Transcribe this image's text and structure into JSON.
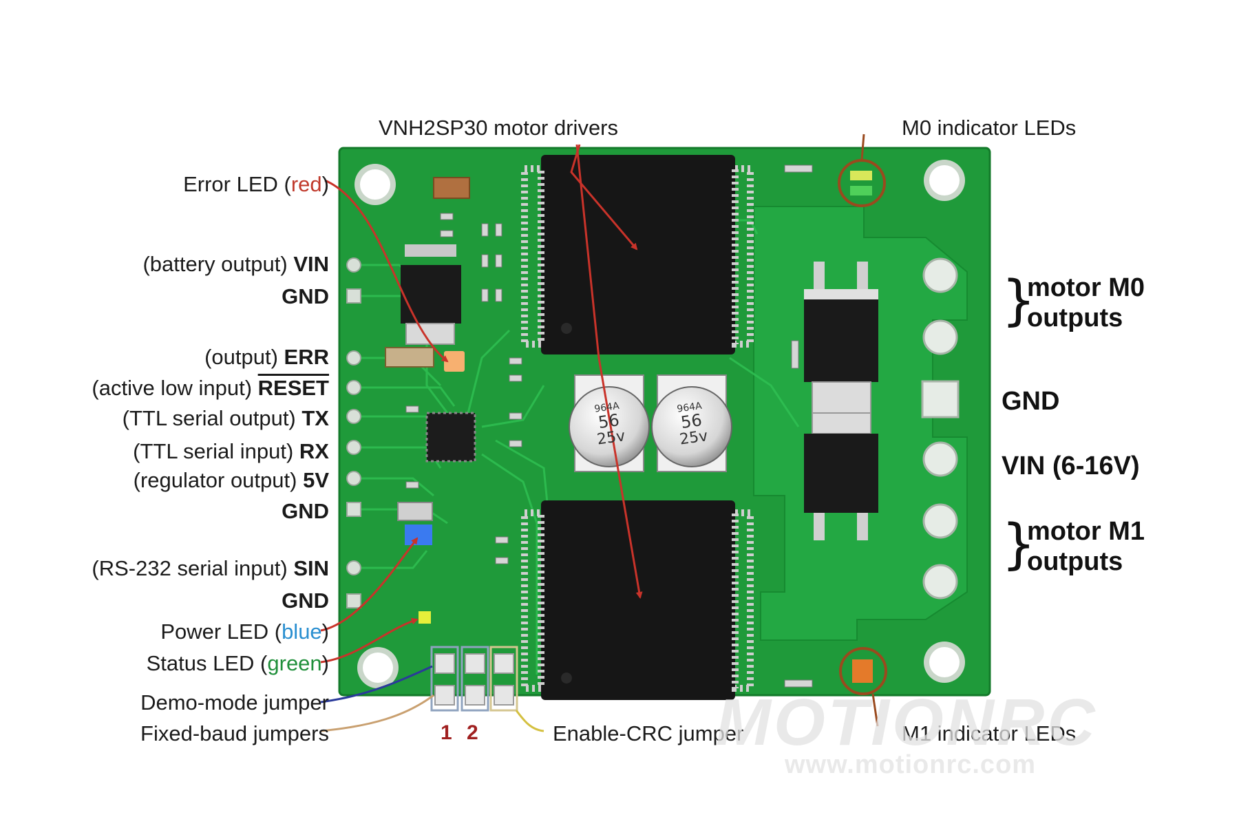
{
  "colors": {
    "board": "#1f9a3a",
    "trace": "#22ad44",
    "chip": "#161616",
    "arrow": "#c9332a",
    "red_word": "#c0392b",
    "blue_word": "#2a8fd0",
    "green_word": "#1f8f3a"
  },
  "top": {
    "motor_drivers": "VNH2SP30 motor drivers",
    "m0_leds": "M0 indicator LEDs"
  },
  "left": {
    "error_led": {
      "pre": "Error LED (",
      "color": "red",
      "post": ")"
    },
    "vin": {
      "desc": "(battery output) ",
      "pin": "VIN"
    },
    "gnd1": {
      "pin": "GND"
    },
    "err": {
      "desc": "(output) ",
      "pin": "ERR"
    },
    "reset": {
      "desc": "(active low input) ",
      "pin": "RESET"
    },
    "tx": {
      "desc": "(TTL serial output) ",
      "pin": "TX"
    },
    "rx": {
      "desc": "(TTL serial input) ",
      "pin": "RX"
    },
    "v5": {
      "desc": "(regulator output) ",
      "pin": "5V"
    },
    "gnd2": {
      "pin": "GND"
    },
    "sin": {
      "desc": "(RS-232 serial input) ",
      "pin": "SIN"
    },
    "gnd3": {
      "pin": "GND"
    },
    "power_led": {
      "pre": "Power LED (",
      "color": "blue",
      "post": ")"
    },
    "status_led": {
      "pre": "Status LED (",
      "color": "green",
      "post": ")"
    },
    "demo_jumper": "Demo-mode jumper",
    "baud_jumpers": "Fixed-baud jumpers"
  },
  "right": {
    "m0_outputs": [
      "motor M0",
      "outputs"
    ],
    "gnd": "GND",
    "vin": "VIN (6-16V)",
    "m1_outputs": [
      "motor M1",
      "outputs"
    ]
  },
  "bottom": {
    "jumper_1": "1",
    "jumper_2": "2",
    "crc_jumper": "Enable-CRC jumper",
    "m1_leds": "M1 indicator LEDs"
  },
  "capacitors": [
    {
      "code": "964A",
      "value": "56",
      "voltage": "25v"
    },
    {
      "code": "964A",
      "value": "56",
      "voltage": "25v"
    }
  ],
  "watermark": {
    "logo": "MOTIONRC",
    "url": "www.motionrc.com"
  }
}
